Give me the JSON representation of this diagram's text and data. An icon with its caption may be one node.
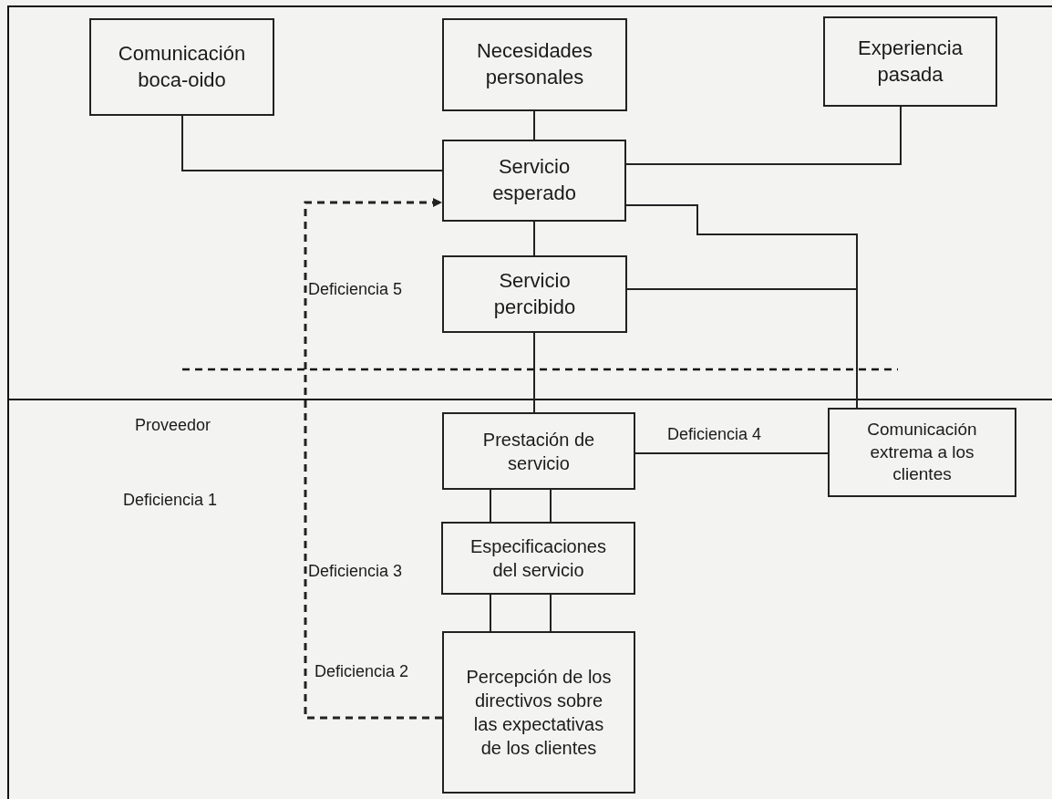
{
  "diagram": {
    "nodes": [
      {
        "text": [
          "Comunicación boca-oido"
        ]
      },
      {
        "text": [
          "Necesidades personales"
        ]
      },
      {
        "text": [
          "Experiencia pasada"
        ]
      },
      {
        "text": [
          "Servicio esperado"
        ]
      },
      {
        "text": [
          "Servicio percibido"
        ]
      },
      {
        "text": [
          "Prestación de servicio"
        ]
      },
      {
        "text": [
          "Comunicación extrema a los clientes"
        ]
      },
      {
        "text": [
          "Especificaciones del servicio"
        ]
      },
      {
        "text": [
          "Percepción de los directivos sobre las expectativas de los clientes"
        ]
      }
    ],
    "edges": [
      {
        "from": 0,
        "to": 3,
        "arrow": "none"
      },
      {
        "from": 1,
        "to": 3,
        "arrow": "none"
      },
      {
        "from": 2,
        "to": 3,
        "arrow": "none"
      },
      {
        "from": 3,
        "to": 4,
        "arrow": "none"
      },
      {
        "from": 3,
        "to": 6,
        "arrow": "none"
      },
      {
        "from": 4,
        "to": 6,
        "arrow": "none"
      },
      {
        "from": 4,
        "to": 5,
        "arrow": "none"
      },
      {
        "from": 5,
        "to": 6,
        "arrow": "none",
        "label": "Deficiencia 4"
      },
      {
        "from": 5,
        "to": 7,
        "arrow": "none"
      },
      {
        "from": 5,
        "to": 7,
        "arrow": "none"
      },
      {
        "from": 7,
        "to": 8,
        "arrow": "none"
      },
      {
        "from": 7,
        "to": 8,
        "arrow": "none"
      },
      {
        "from": 8,
        "to": 3,
        "arrow": "to",
        "style": "dashed"
      }
    ],
    "labels": [
      "Deficiencia 5",
      "Proveedor",
      "Deficiencia 1",
      "Deficiencia 3",
      "Deficiencia 2"
    ]
  }
}
